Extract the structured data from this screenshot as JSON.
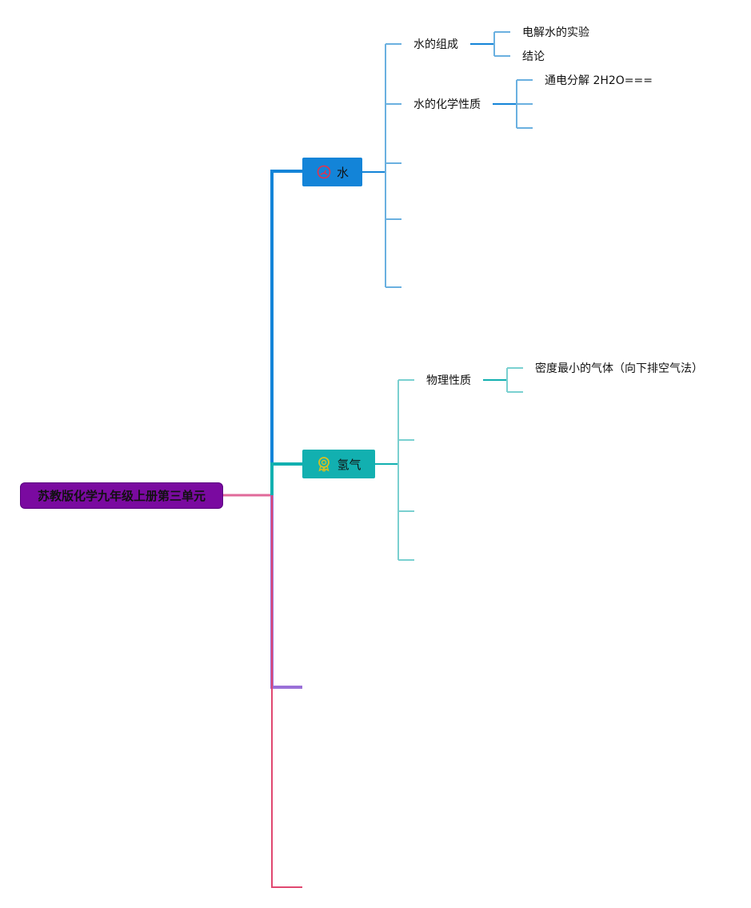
{
  "root": {
    "title": "苏教版化学九年级上册第三单元"
  },
  "branches": {
    "water": {
      "label": "水",
      "icon": "gauge-icon",
      "color": "#1384d8",
      "children": {
        "composition": {
          "label": "水的组成",
          "children": [
            "电解水的实验",
            "结论"
          ]
        },
        "chemical_properties": {
          "label": "水的化学性质",
          "children": [
            "通电分解 2H2O==="
          ]
        }
      }
    },
    "hydrogen": {
      "label": "氢气",
      "icon": "award-badge-icon",
      "color": "#12b0b0",
      "children": {
        "physical_properties": {
          "label": "物理性质",
          "children": [
            "密度最小的气体（向下排空气法）"
          ]
        }
      }
    }
  },
  "colors": {
    "root": "#7a0aa0",
    "water_branch": "#1384d8",
    "hydrogen_branch": "#12b0b0",
    "third_branch": "#9a70d8",
    "fourth_branch": "#e04870"
  }
}
